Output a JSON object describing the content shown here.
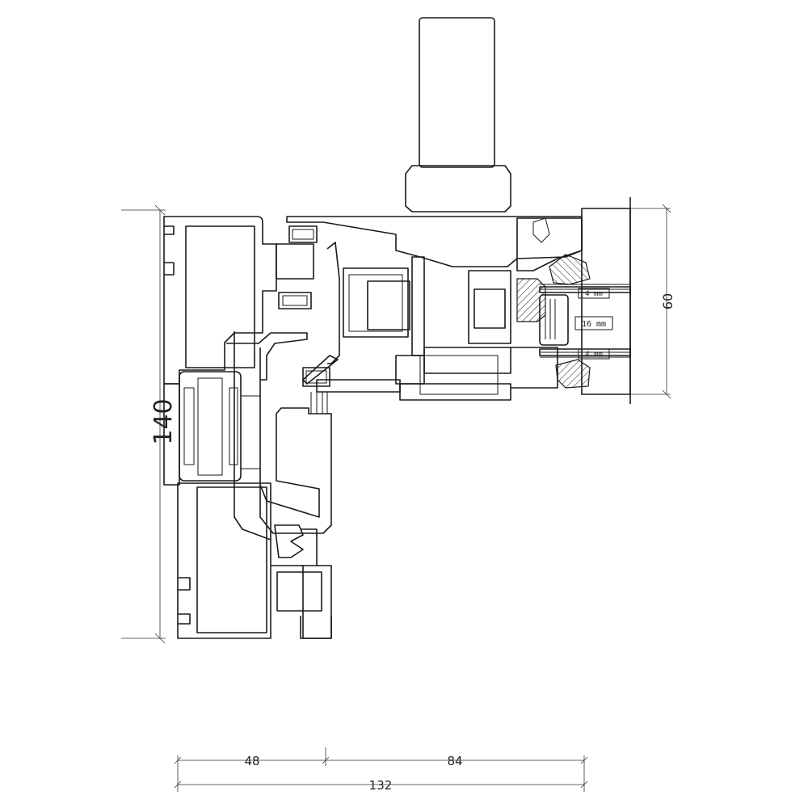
{
  "dimensions": {
    "height_total": "140",
    "glazing_height": "60",
    "width_left": "48",
    "width_right": "84",
    "width_total": "132"
  },
  "glazing": {
    "pane_outer": "4 mm",
    "cavity": "16 mm",
    "pane_inner": "4 mm"
  }
}
